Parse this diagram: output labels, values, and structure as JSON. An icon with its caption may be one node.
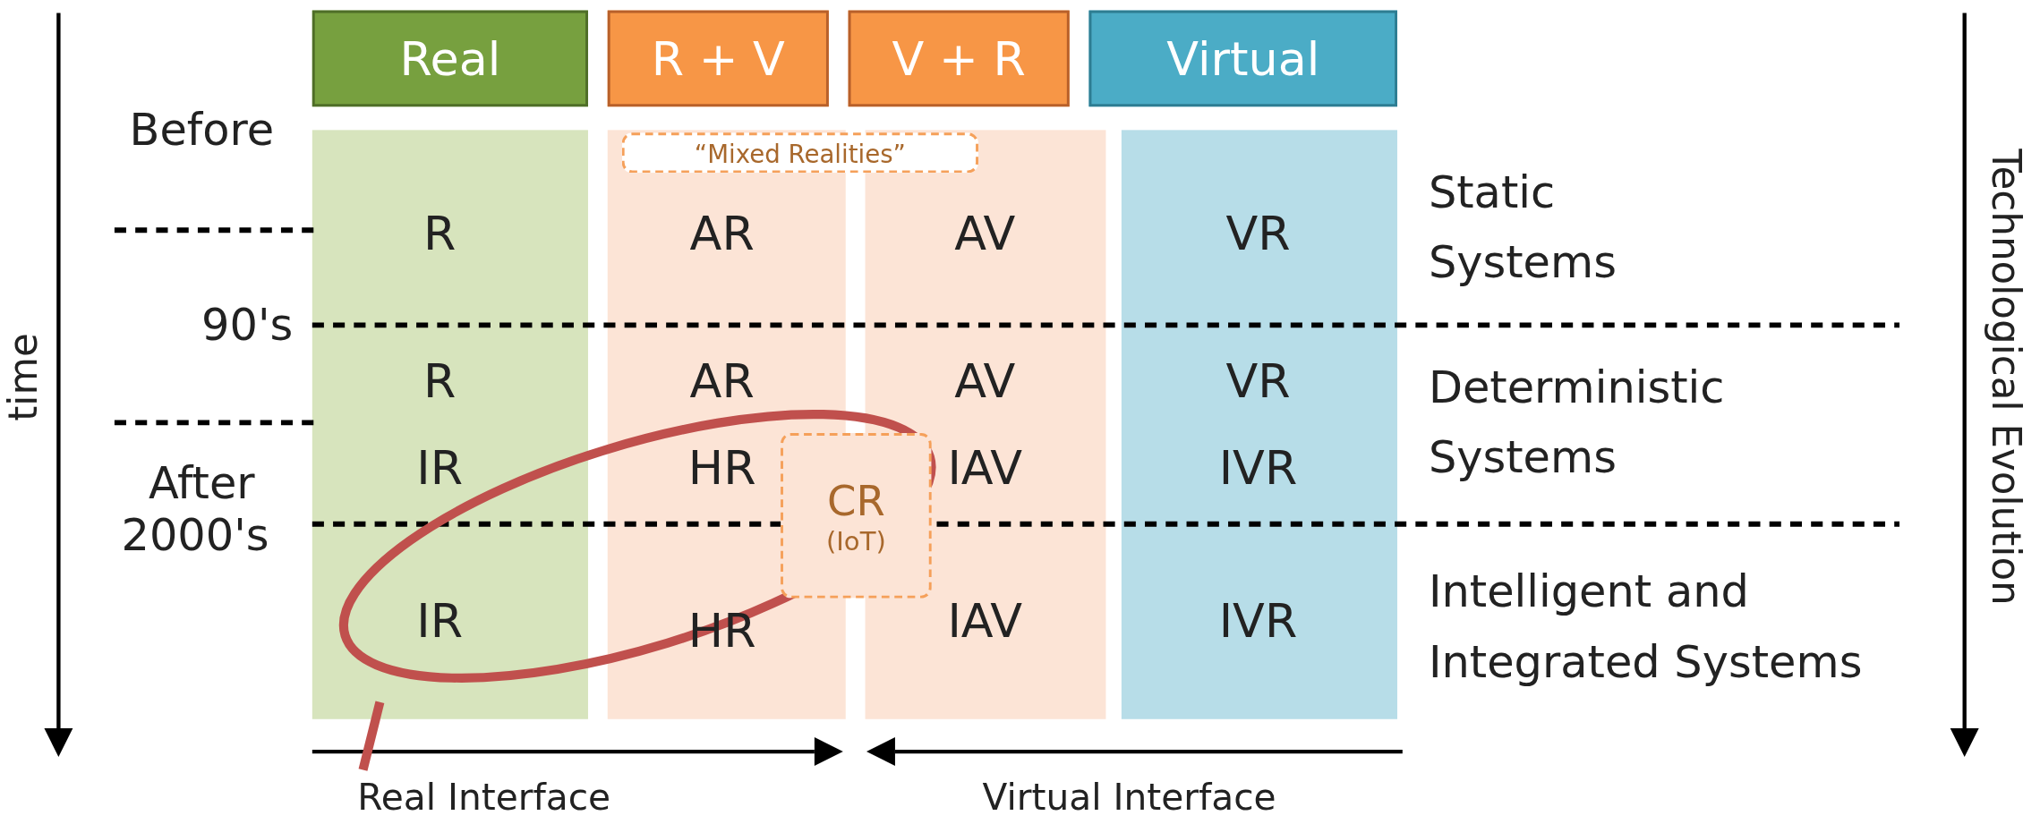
{
  "diagram": {
    "nodes": [
      {
        "text": [
          "Real"
        ]
      },
      {
        "text": [
          "R + V"
        ]
      },
      {
        "text": [
          "V + R"
        ]
      },
      {
        "text": [
          "Virtual"
        ]
      },
      {
        "text": [
          "“Mixed Realities”"
        ]
      },
      {
        "text": [
          "CR",
          "(IoT)"
        ]
      }
    ],
    "edges": [],
    "labels": [
      "Before",
      "R",
      "AR",
      "AV",
      "VR",
      "Static Systems",
      "90's",
      "R",
      "AR",
      "AV",
      "VR",
      "Deterministic Systems",
      "IR",
      "HR",
      "IAV",
      "IVR",
      "After",
      "2000's",
      "IR",
      "HR",
      "IAV",
      "IVR",
      "Intelligent and Integrated Systems",
      "time",
      "Technological Evolution",
      "Real Interface",
      "Virtual Interface"
    ]
  }
}
